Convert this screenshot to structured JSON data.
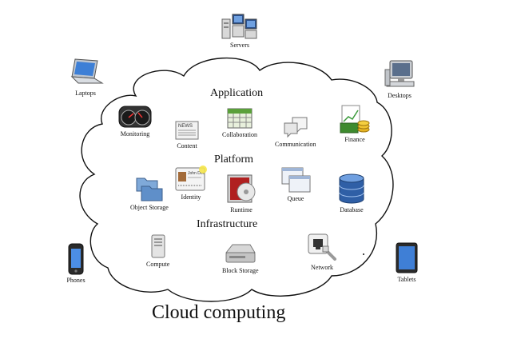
{
  "title": "Cloud computing",
  "sections": {
    "application": "Application",
    "platform": "Platform",
    "infrastructure": "Infrastructure"
  },
  "devices": {
    "servers": "Servers",
    "laptops": "Laptops",
    "desktops": "Desktops",
    "phones": "Phones",
    "tablets": "Tablets"
  },
  "application_items": {
    "monitoring": "Monitoring",
    "content": "Content",
    "collaboration": "Collaboration",
    "communication": "Communication",
    "finance": "Finance"
  },
  "platform_items": {
    "object_storage": "Object Storage",
    "identity": "Identity",
    "runtime": "Runtime",
    "queue": "Queue",
    "database": "Database"
  },
  "infrastructure_items": {
    "compute": "Compute",
    "block_storage": "Block Storage",
    "network": "Network"
  },
  "icon_text": {
    "news": "NEWS",
    "badge_name": "John Doe"
  }
}
